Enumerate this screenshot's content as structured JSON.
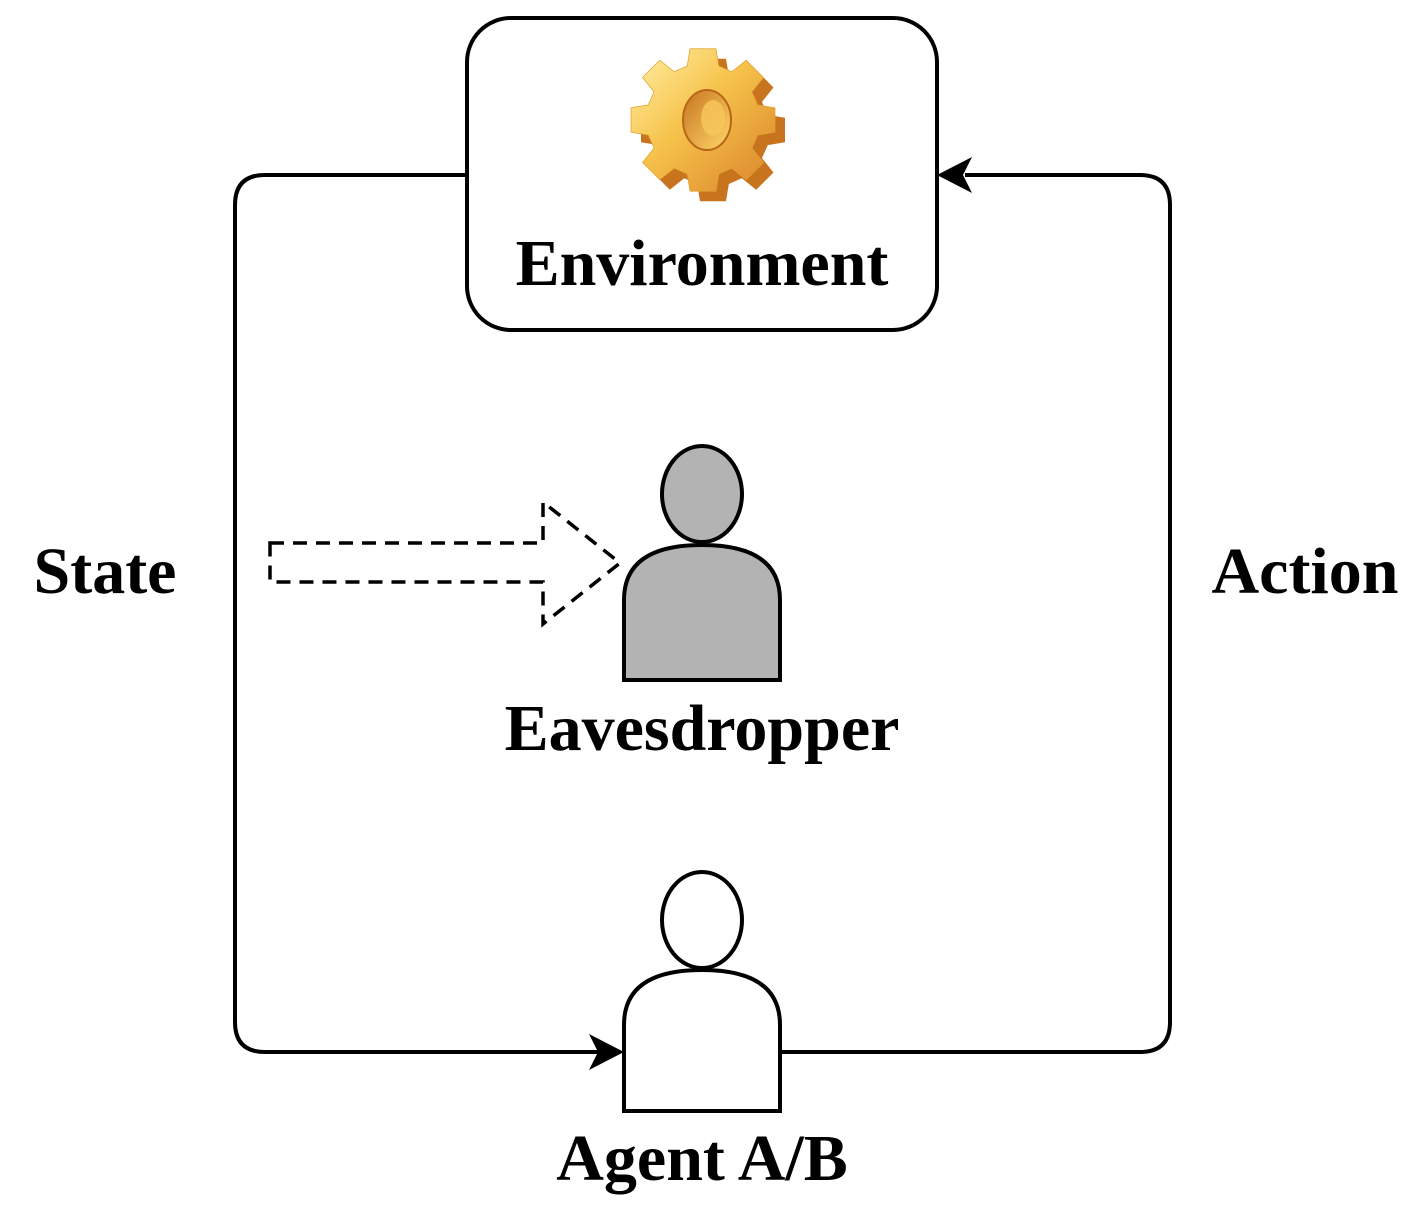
{
  "environment": {
    "label": "Environment",
    "icon": "gear-icon"
  },
  "eavesdropper": {
    "label": "Eavesdropper",
    "icon": "person-icon",
    "fill_color": "#b3b3b3"
  },
  "agent": {
    "label": "Agent A/B",
    "icon": "person-icon",
    "fill_color": "#ffffff"
  },
  "edges": {
    "state_label": "State",
    "action_label": "Action"
  },
  "colors": {
    "stroke": "#000000",
    "gear_light": "#ffe27a",
    "gear_mid": "#f4b63a",
    "gear_dark": "#d9822b"
  }
}
